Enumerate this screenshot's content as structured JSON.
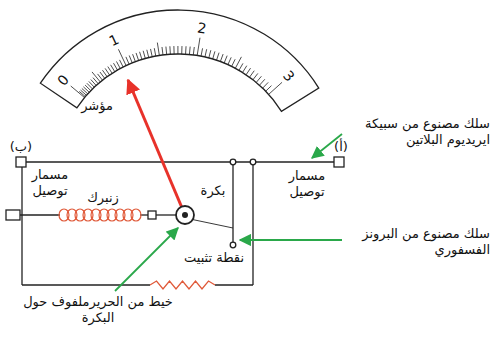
{
  "diagram": {
    "labels": [
      "0",
      "1",
      "2",
      "3",
      "مؤشر",
      "(ب)",
      "مسمار توصيل",
      "(أ)",
      "مسمار توصيل",
      "زنبرك",
      "بكرة",
      "نقطة تثبيت",
      "سلك مصنوع من سبيكة ايريديوم البلاتين",
      "سلك مصنوع من البرونز الفسفوري",
      "خيط من الحريرملفوف حول البكرة"
    ]
  }
}
